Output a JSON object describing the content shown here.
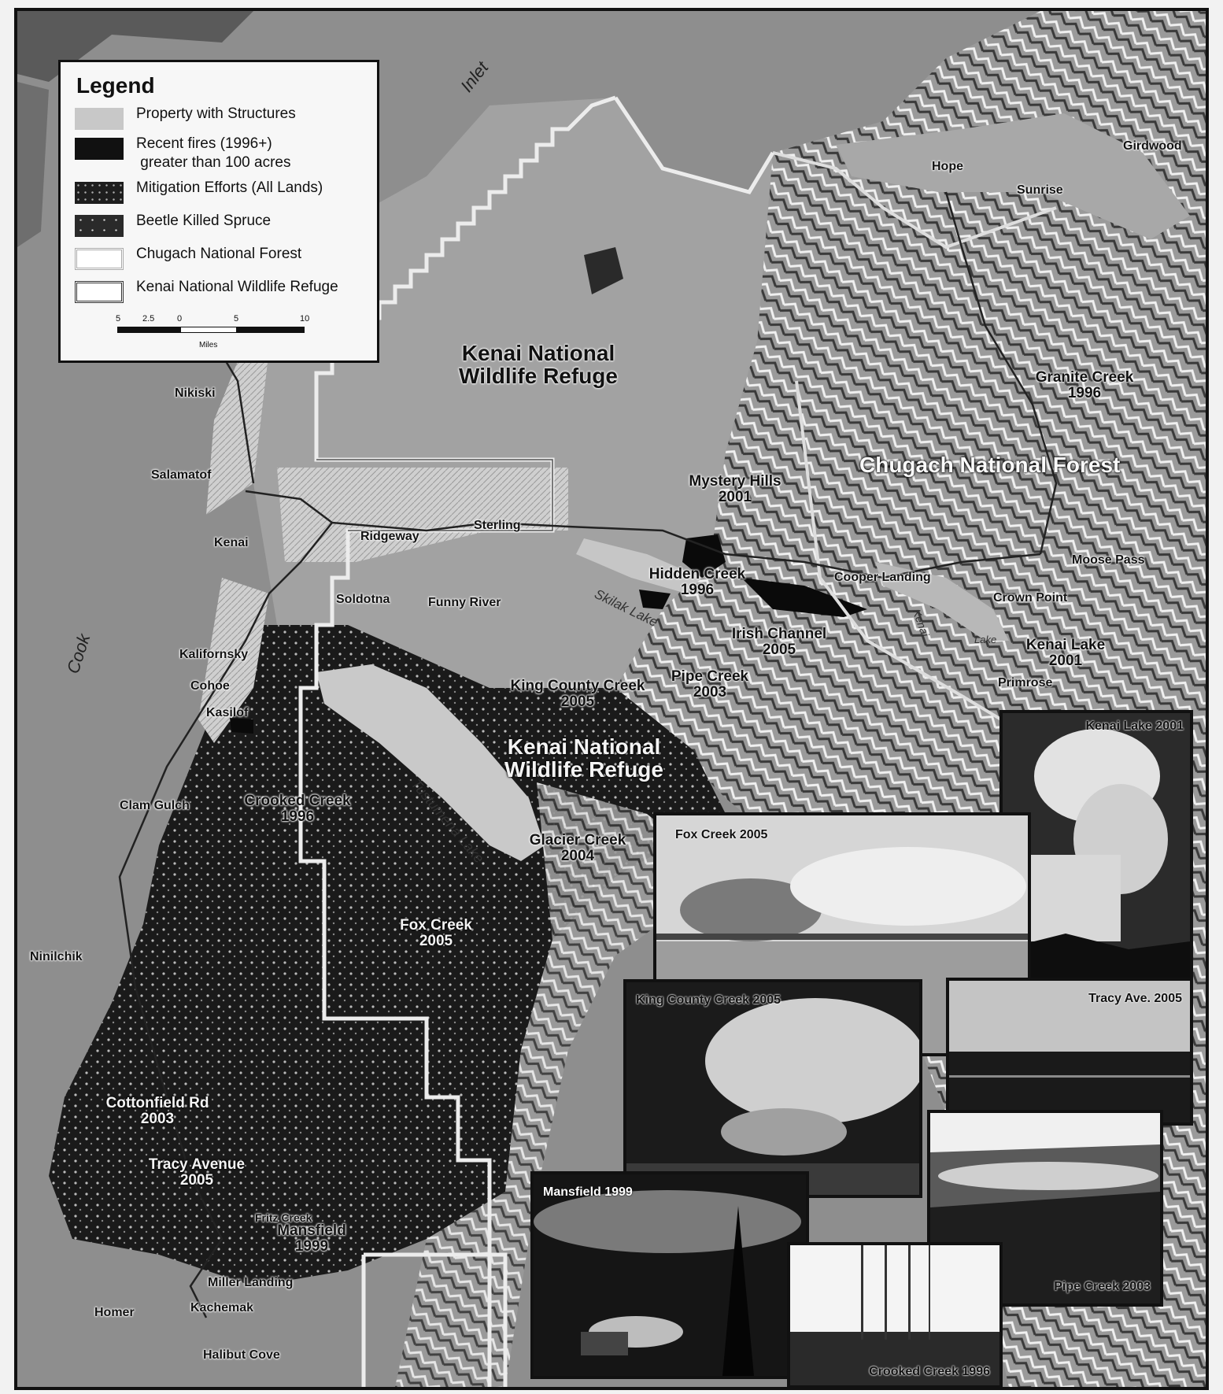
{
  "legend": {
    "title": "Legend",
    "items": [
      {
        "label": "Property with Structures",
        "swatch": "#c8c8c8"
      },
      {
        "label": "Recent fires (1996+)\n greater than 100 acres",
        "swatch": "#111111"
      },
      {
        "label": "Mitigation Efforts (All Lands)",
        "swatch": "#1e1e1e"
      },
      {
        "label": "Beetle Killed Spruce",
        "swatch": "#2a2a2a"
      },
      {
        "label": "Chugach National Forest",
        "swatch": "#ffffff"
      },
      {
        "label": "Kenai National Wildlife Refuge",
        "swatch": "#ffffff"
      }
    ],
    "scale": {
      "ticks": [
        "5",
        "2.5",
        "0",
        "5",
        "10"
      ],
      "units": "Miles"
    }
  },
  "regions": {
    "refuge_north": "Kenai National\nWildlife Refuge",
    "refuge_south": "Kenai National\nWildlife Refuge",
    "forest": "Chugach National Forest"
  },
  "water": {
    "inlet": "Inlet",
    "cook": "Cook",
    "skilak": "Skilak Lake",
    "tustumena": "Tustumena Lake",
    "kenai_river": "Kenai",
    "lake": "Lake"
  },
  "towns": {
    "hope": "Hope",
    "sunrise": "Sunrise",
    "girdwood": "Girdwood",
    "nikiski": "Nikiski",
    "salamatof": "Salamatof",
    "kenai": "Kenai",
    "ridgeway": "Ridgeway",
    "sterling": "Sterling",
    "soldotna": "Soldotna",
    "funny_river": "Funny River",
    "kalifornsky": "Kalifornsky",
    "cohoe": "Cohoe",
    "kasilof": "Kasilof",
    "clam_gulch": "Clam Gulch",
    "ninilchik": "Ninilchik",
    "homer": "Homer",
    "miller_landing": "Miller Landing",
    "kachemak": "Kachemak",
    "halibut_cove": "Halibut Cove",
    "cooper_landing": "Cooper Landing",
    "crown_point": "Crown Point",
    "moose_pass": "Moose Pass",
    "primrose": "Primrose",
    "fritz_creek": "Fritz Creek"
  },
  "fires": {
    "granite_creek": "Granite Creek\n1996",
    "mystery_hills": "Mystery Hills\n2001",
    "hidden_creek": "Hidden Creek\n1996",
    "irish_channel": "Irish Channel\n2005",
    "kenai_lake": "Kenai Lake\n2001",
    "pipe_creek": "Pipe Creek\n2003",
    "king_county_creek": "King County Creek\n2005",
    "crooked_creek": "Crooked Creek\n1996",
    "glacier_creek": "Glacier Creek\n2004",
    "fox_creek": "Fox Creek\n2005",
    "cottonfield_rd": "Cottonfield Rd\n2003",
    "tracy_avenue": "Tracy Avenue\n2005",
    "mansfield": "Mansfield\n1999"
  },
  "photos": {
    "kenai_lake": "Kenai Lake 2001",
    "fox_creek": "Fox Creek 2005",
    "king_county": "King County Creek 2005",
    "tracy_ave": "Tracy Ave. 2005",
    "pipe_creek": "Pipe Creek 2003",
    "mansfield": "Mansfield 1999",
    "crooked_creek": "Crooked Creek 1996"
  }
}
